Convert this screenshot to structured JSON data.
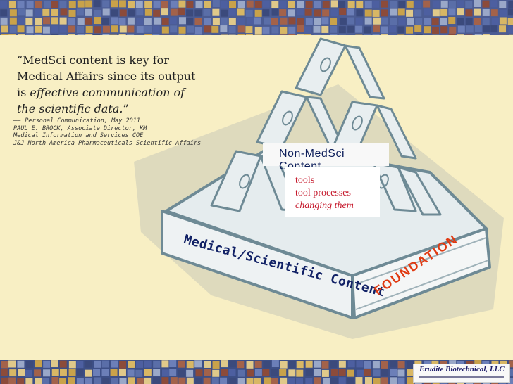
{
  "quote": {
    "line1": "“MedSci content is key for",
    "line2": "Medical Affairs since its output",
    "line3_prefix": "is ",
    "line3_em": "effective communication of",
    "line4_em": "the scientific data.",
    "line4_suffix": "”"
  },
  "attribution": {
    "line1": "Personal Communication, May 2011",
    "line2": "PAUL E. BROCK, Associate Director, KM",
    "line3": "Medical Information and Services COE",
    "line4": "J&J North America Pharmaceuticals Scientific Affairs"
  },
  "diagram": {
    "top_label": "Non-MedSci Content",
    "items": [
      "tools",
      "tool processes",
      "changing them"
    ],
    "book_spine_label": "Medical/Scientific Content",
    "book_side_label": "FOUNDATION"
  },
  "footer": {
    "logo_text": "Erudite Biotechnical, LLC"
  },
  "colors": {
    "background": "#f8efc4",
    "card_fill": "#e8eef0",
    "card_stroke": "#6e8a95",
    "navy_text": "#0e1f5b",
    "red_text": "#c5182b",
    "orange_text": "#e03a12",
    "book_bg_shadow": "#c9c9b8"
  }
}
